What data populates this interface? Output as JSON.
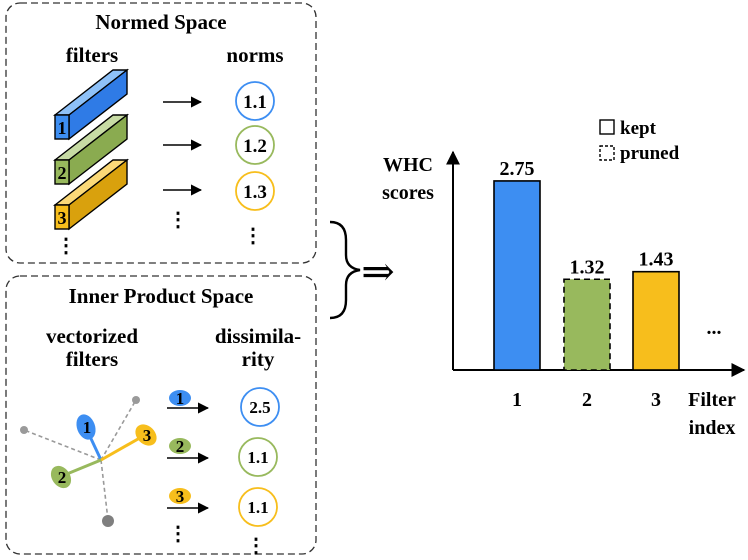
{
  "colors": {
    "blue": "#3d8ef2",
    "green": "#98b95d",
    "yellow": "#f7be1c",
    "gray": "#9a9a9a"
  },
  "normed_space": {
    "title": "Normed Space",
    "filters_label": "filters",
    "norms_label": "norms",
    "filters": [
      {
        "index": "1",
        "norm": "1.1",
        "color_key": "blue"
      },
      {
        "index": "2",
        "norm": "1.2",
        "color_key": "green"
      },
      {
        "index": "3",
        "norm": "1.3",
        "color_key": "yellow"
      }
    ],
    "more": "⋮"
  },
  "inner_product_space": {
    "title": "Inner Product Space",
    "vectorized_label_line1": "vectorized",
    "vectorized_label_line2": "filters",
    "dissimilarity_label_line1": "dissimila-",
    "dissimilarity_label_line2": "rity",
    "items": [
      {
        "index": "1",
        "value": "2.5",
        "color_key": "blue"
      },
      {
        "index": "2",
        "value": "1.1",
        "color_key": "green"
      },
      {
        "index": "3",
        "value": "1.1",
        "color_key": "yellow"
      }
    ],
    "more": "⋮"
  },
  "combine_arrow": "⇒",
  "chart_data": {
    "type": "bar",
    "ylabel_line1": "WHC",
    "ylabel_line2": "scores",
    "xlabel_line1": "Filter",
    "xlabel_line2": "index",
    "categories": [
      "1",
      "2",
      "3"
    ],
    "values": [
      2.75,
      1.32,
      1.43
    ],
    "value_labels": [
      "2.75",
      "1.32",
      "1.43"
    ],
    "status": [
      "kept",
      "pruned",
      "kept"
    ],
    "bar_color_keys": [
      "blue",
      "green",
      "yellow"
    ],
    "ylim": [
      0,
      3.2
    ],
    "grid": false,
    "ellipsis": "...",
    "legend": {
      "placement": "top-right",
      "kept": "kept",
      "pruned": "pruned"
    }
  }
}
